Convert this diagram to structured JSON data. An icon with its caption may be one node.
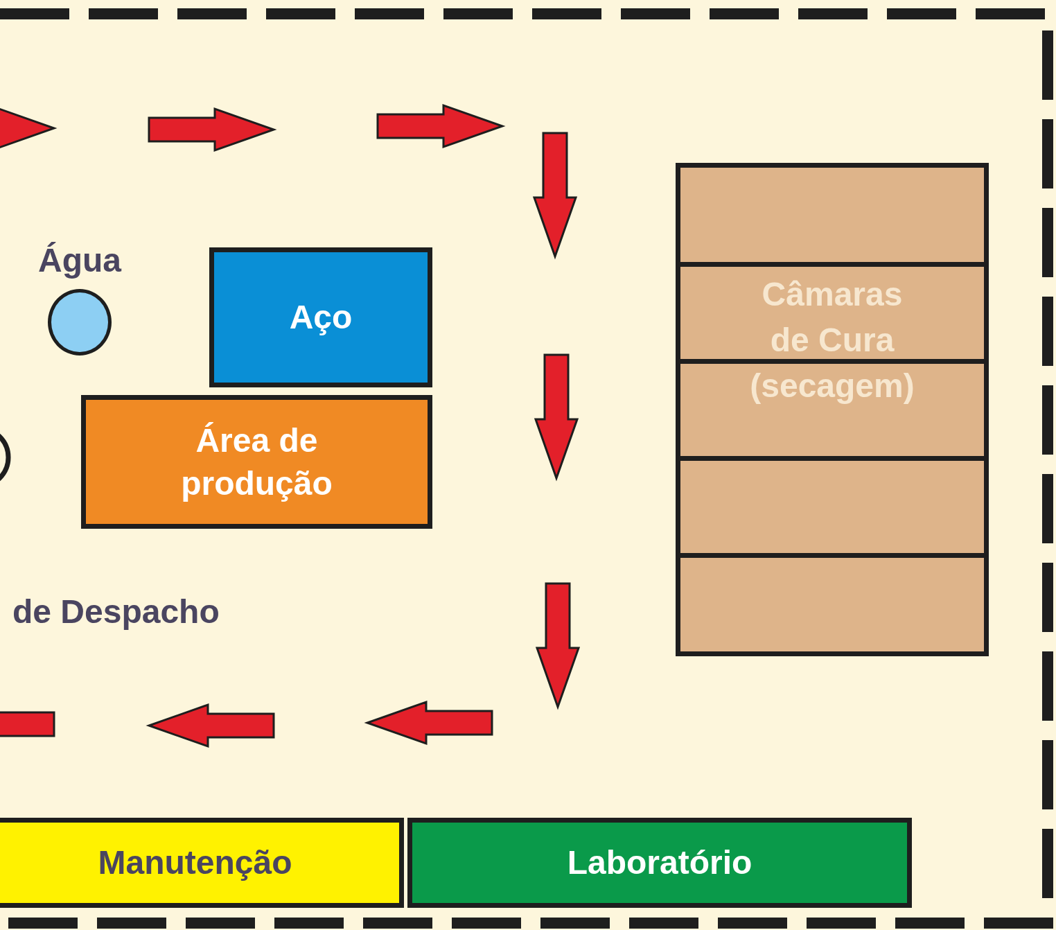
{
  "diagram": {
    "nodes": [
      {
        "text": [
          "Água"
        ]
      },
      {
        "text": [
          "Aço"
        ]
      },
      {
        "text": [
          "Câmaras de Cura (secagem)"
        ]
      },
      {
        "text": [
          "Área de produção"
        ]
      },
      {
        "text": [
          "Manutenção"
        ]
      },
      {
        "text": [
          "Laboratório"
        ]
      }
    ],
    "edges": [],
    "labels": [
      "de Despacho"
    ]
  }
}
